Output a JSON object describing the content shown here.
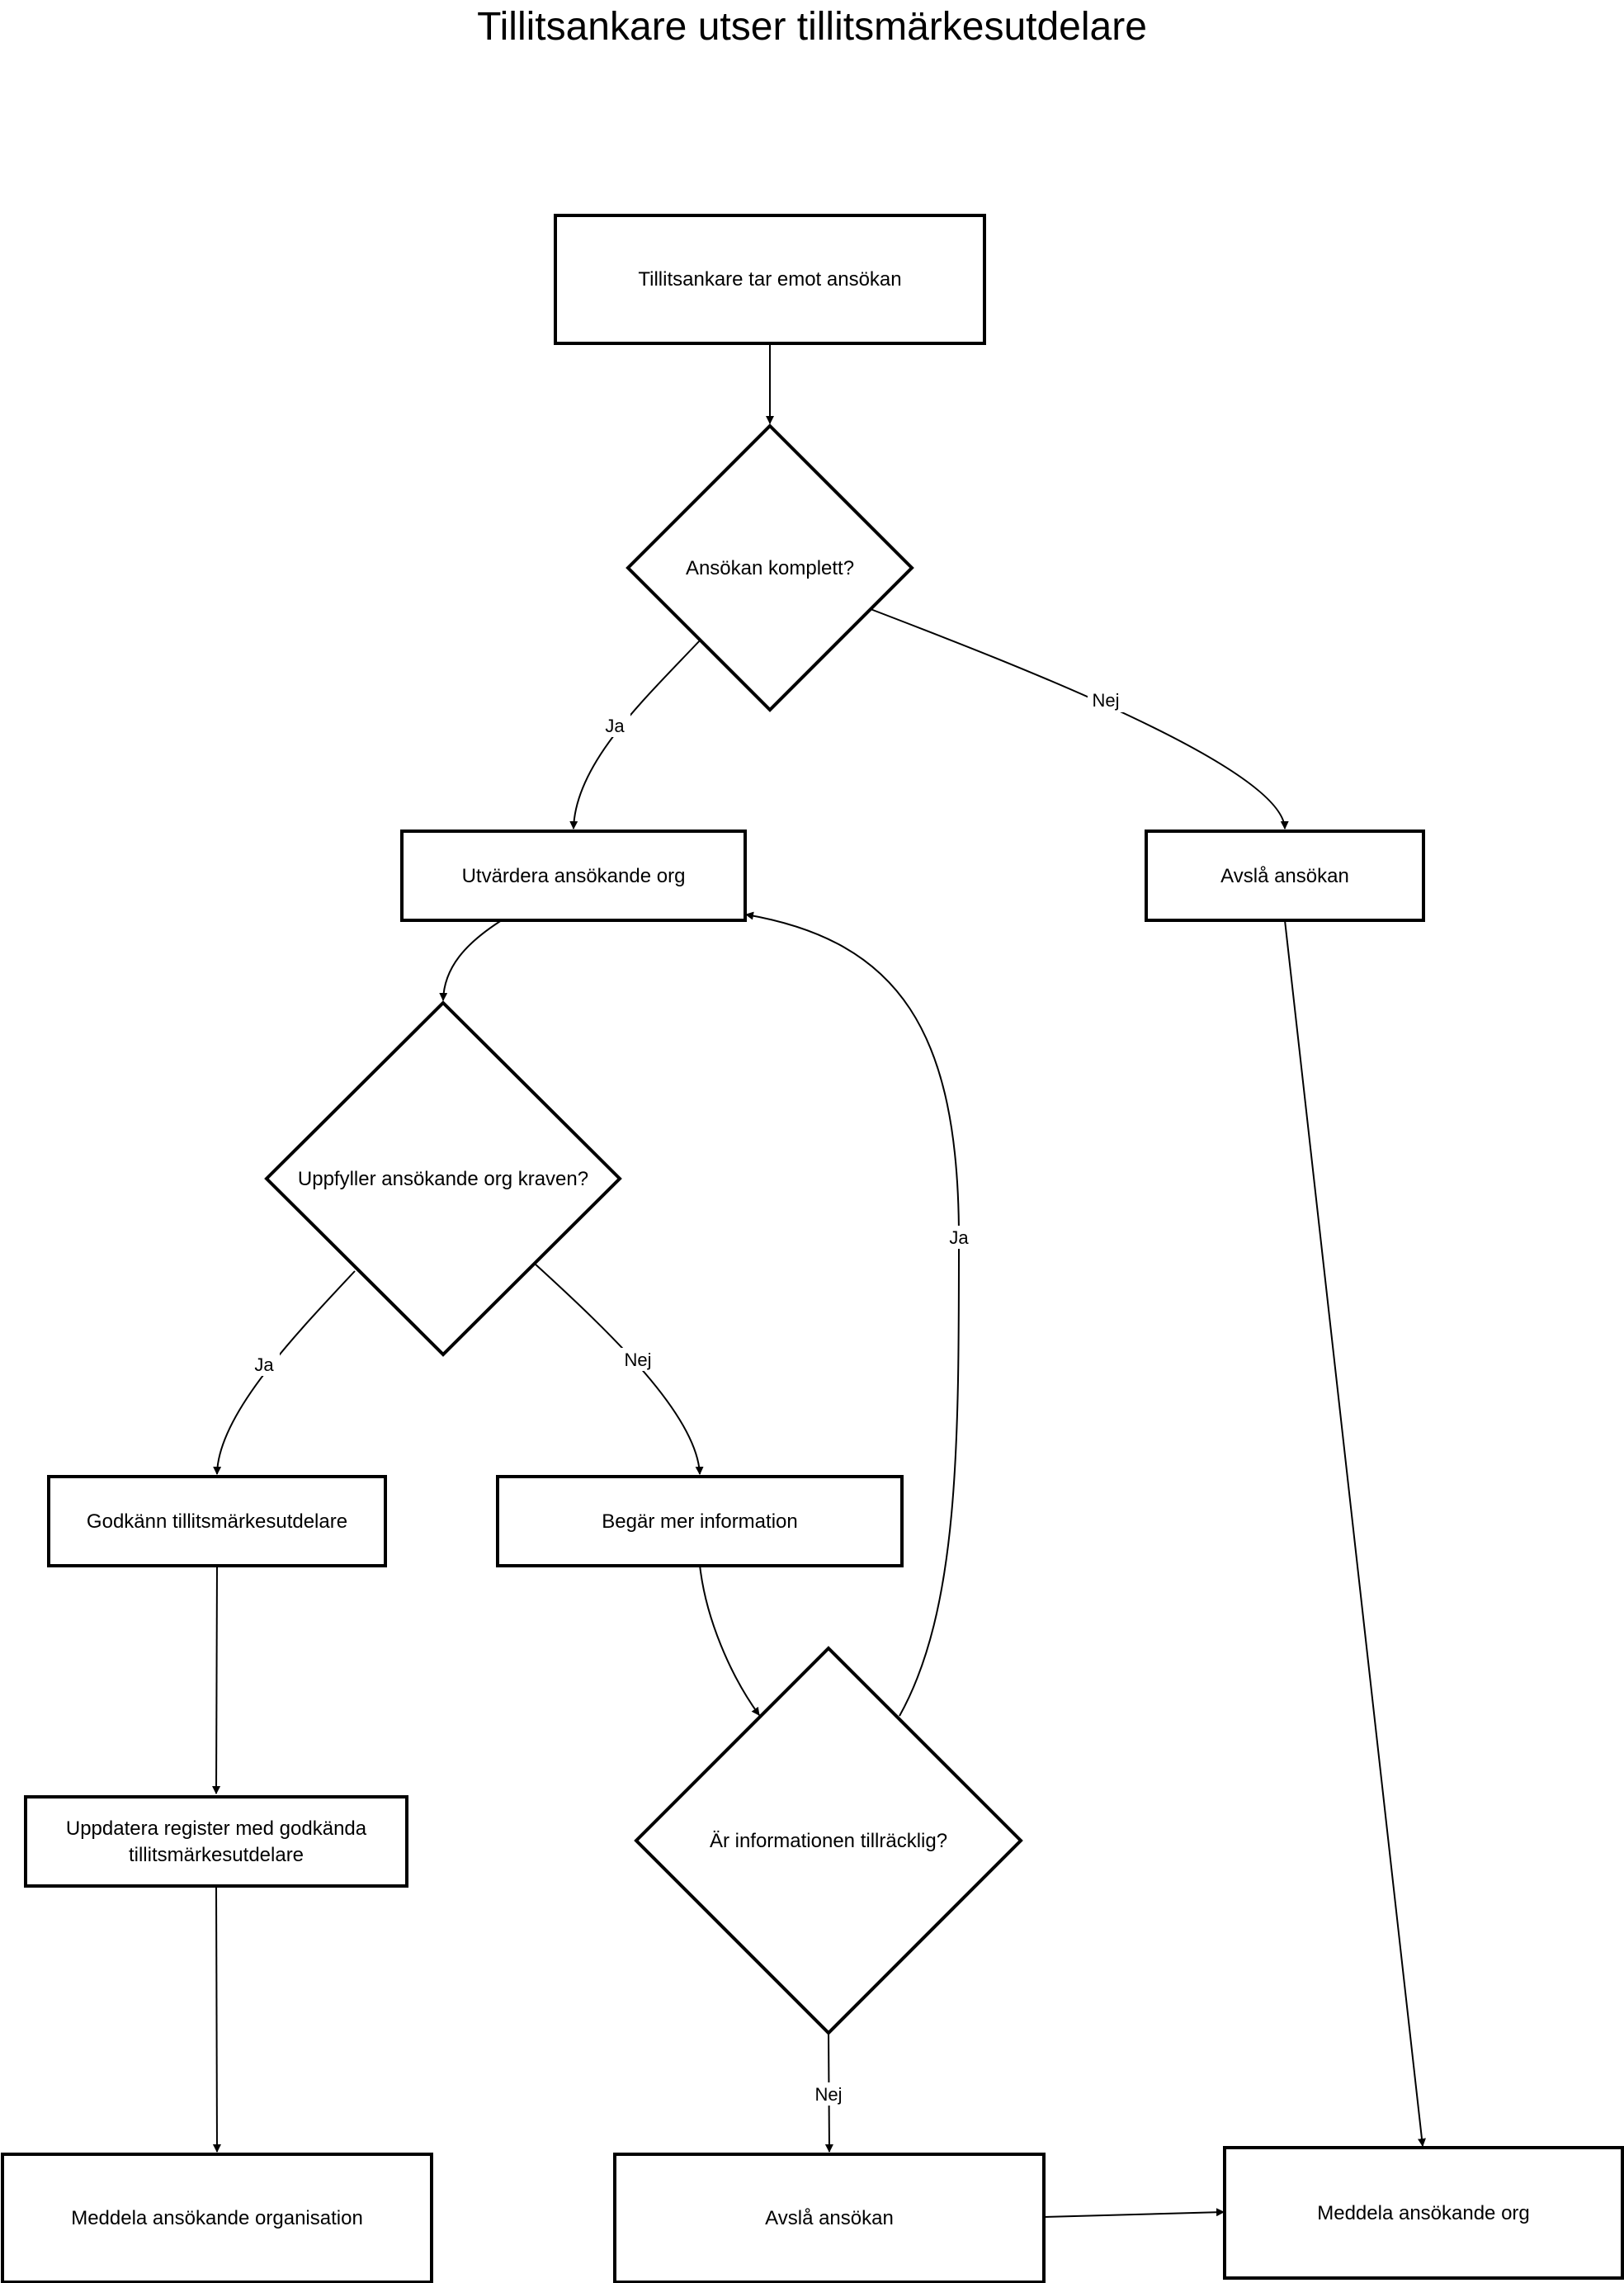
{
  "title": "Tillitsankare utser tillitsmärkesutdelare",
  "nodes": {
    "receive": {
      "label": "Tillitsankare tar emot ansökan"
    },
    "complete": {
      "label": "Ansökan komplett?"
    },
    "evaluate": {
      "label": "Utvärdera ansökande org"
    },
    "reject_incomplete": {
      "label": "Avslå ansökan"
    },
    "meets_req": {
      "label": "Uppfyller ansökande org kraven?"
    },
    "approve": {
      "label": "Godkänn tillitsmärkesutdelare"
    },
    "request_info": {
      "label": "Begär mer information"
    },
    "update_register": {
      "lines": [
        "Uppdatera register med godkända",
        "tillitsmärkesutdelare"
      ]
    },
    "info_sufficient": {
      "label": "Är informationen tillräcklig?"
    },
    "notify_org_a": {
      "label": "Meddela ansökande organisation"
    },
    "reject_insufficient": {
      "label": "Avslå ansökan"
    },
    "notify_org_b": {
      "label": "Meddela ansökande org"
    }
  },
  "edges": {
    "complete_yes": "Ja",
    "complete_no": "Nej",
    "meets_yes": "Ja",
    "meets_no": "Nej",
    "sufficient_yes": "Ja",
    "sufficient_no": "Nej"
  }
}
